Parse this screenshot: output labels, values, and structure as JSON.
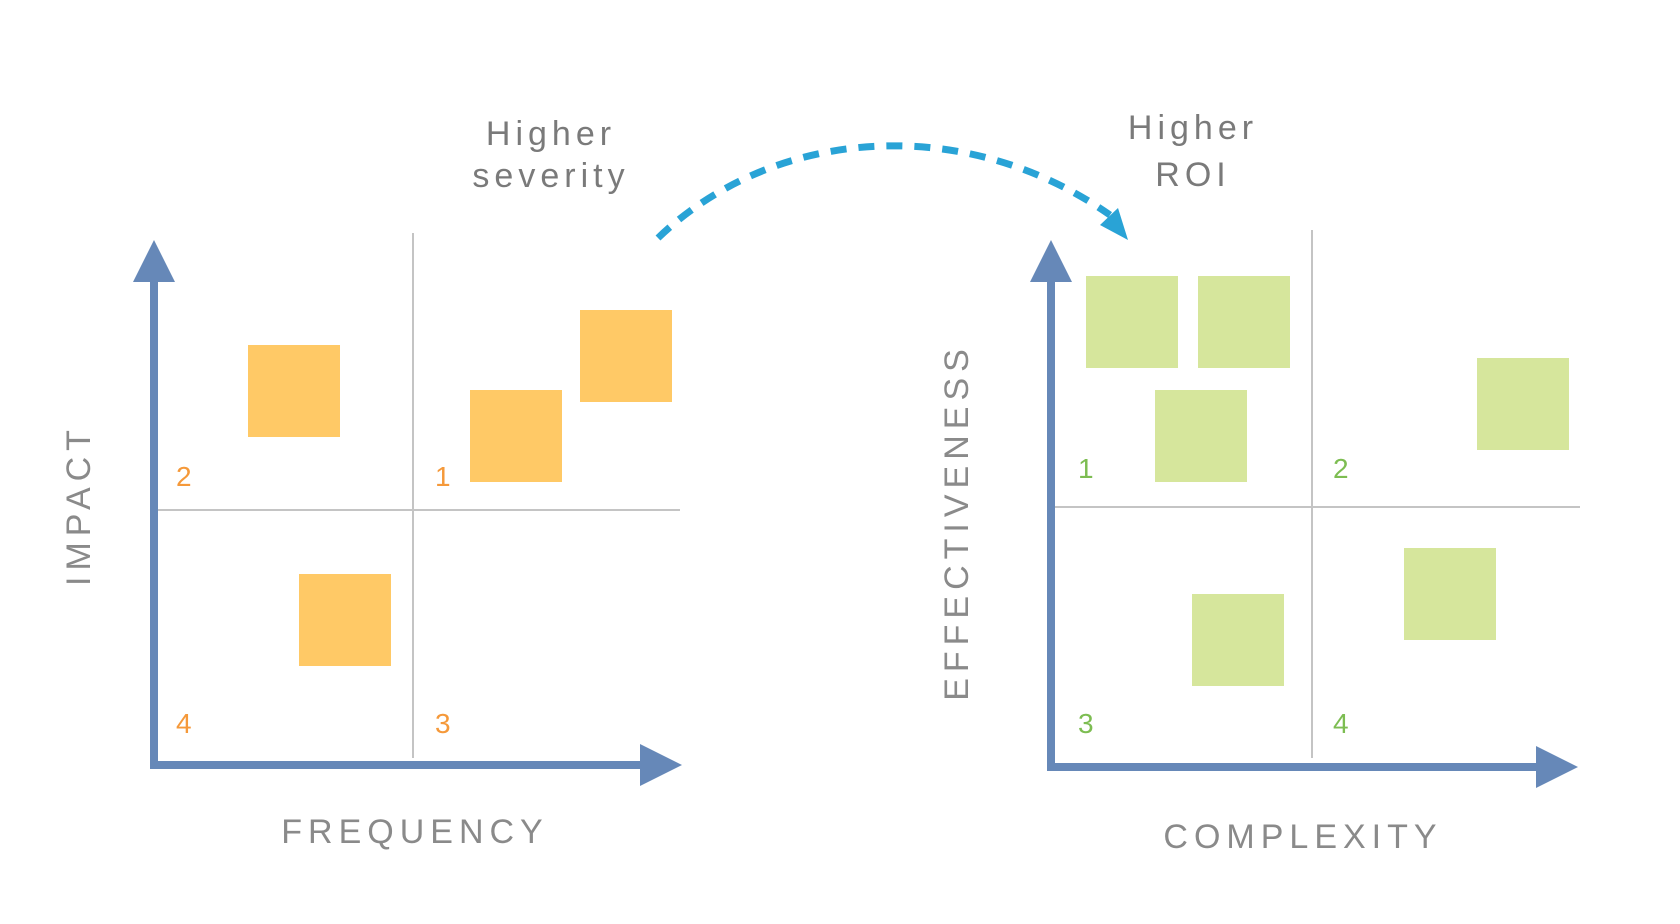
{
  "colors": {
    "axis": "#6688b8",
    "divider": "#c4c4c4",
    "left_note": "#ffc966",
    "right_note": "#d6e69c",
    "left_number": "#f5993a",
    "right_number": "#7dbd52",
    "arrow": "#29a3d6",
    "label": "#8a8a8a"
  },
  "left_matrix": {
    "y_axis_label": "IMPACT",
    "x_axis_label": "FREQUENCY",
    "callout": [
      "Higher",
      "severity"
    ],
    "quadrants": [
      "2",
      "1",
      "4",
      "3"
    ]
  },
  "right_matrix": {
    "y_axis_label": "EFFECTIVENESS",
    "x_axis_label": "COMPLEXITY",
    "callout": [
      "Higher",
      "ROI"
    ],
    "quadrants": [
      "1",
      "2",
      "3",
      "4"
    ]
  }
}
